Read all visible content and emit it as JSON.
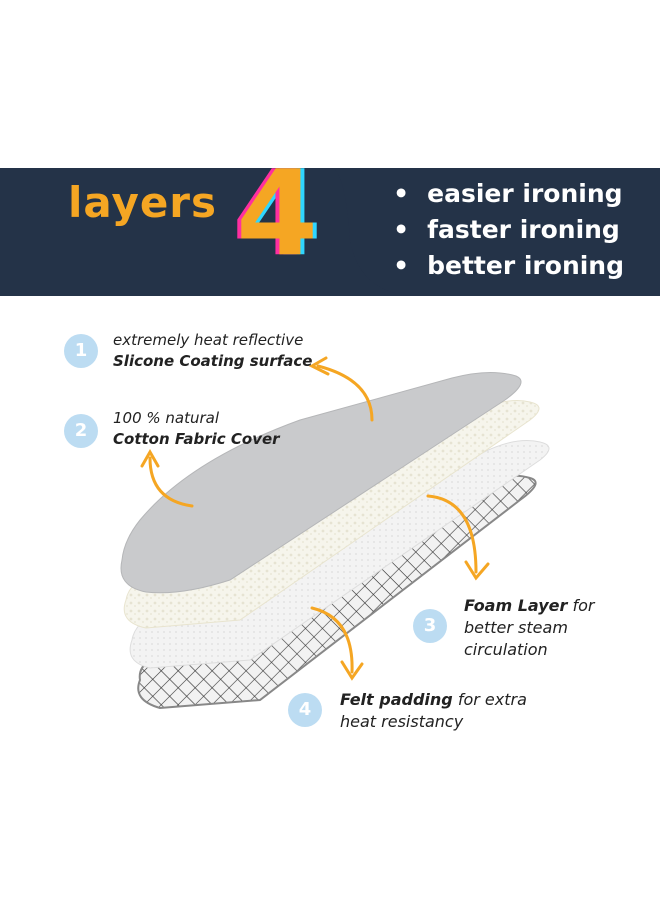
{
  "header": {
    "title_word": "layers",
    "title_number": "4",
    "bullets": [
      "easier ironing",
      "faster ironing",
      "better ironing"
    ],
    "bullet_glyph": "•"
  },
  "layers": [
    {
      "number": "1",
      "line1": "extremely heat reflective",
      "line2_bold": "Slicone Coating surface"
    },
    {
      "number": "2",
      "line1": "100 % natural",
      "line2_bold": "Cotton Fabric Cover"
    },
    {
      "number": "3",
      "bold": "Foam Layer",
      "rest": " for",
      "line2": "better steam",
      "line3": "circulation"
    },
    {
      "number": "4",
      "bold": "Felt padding",
      "rest": " for extra",
      "line2": "heat resistancy"
    }
  ],
  "colors": {
    "banner": "#243348",
    "accent": "#f5a623",
    "circle": "#bcdcf2",
    "board": "#c9cacc"
  }
}
